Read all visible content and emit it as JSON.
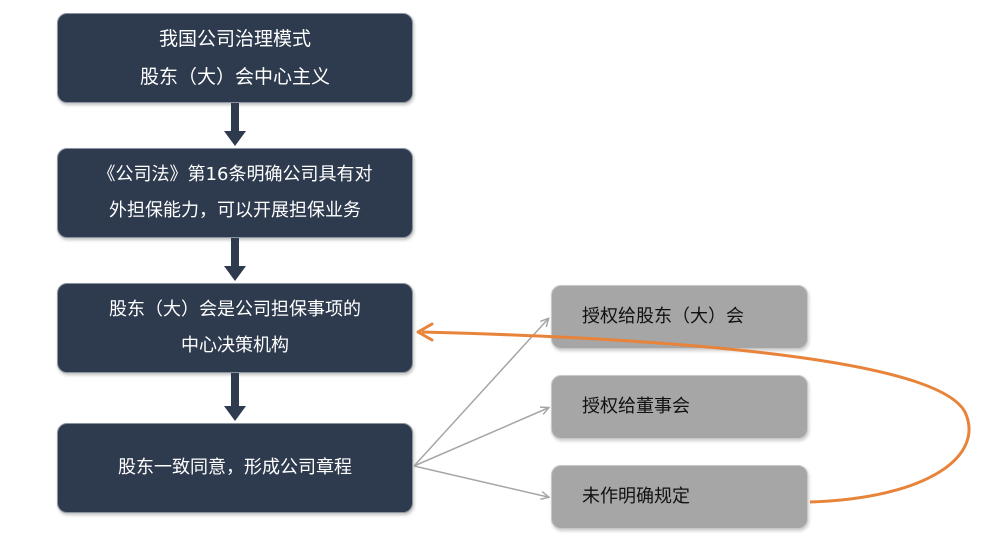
{
  "left_flow": [
    {
      "lines": [
        "我国公司治理模式",
        "股东（大）会中心主义"
      ]
    },
    {
      "lines": [
        "《公司法》第16条明确公司具有对",
        "外担保能力，可以开展担保业务"
      ]
    },
    {
      "lines": [
        "股东（大）会是公司担保事项的",
        "中心决策机构"
      ]
    },
    {
      "lines": [
        "股东一致同意，形成公司章程"
      ]
    }
  ],
  "options": [
    {
      "label": "授权给股东（大）会"
    },
    {
      "label": "授权给董事会"
    },
    {
      "label": "未作明确规定"
    }
  ],
  "colors": {
    "dark_box": "#2e3a4d",
    "grey_box": "#a6a6a6",
    "down_arrow": "#2e3a4d",
    "fan_arrow": "#a6a6a6",
    "feedback_arrow": "#e8833a"
  }
}
